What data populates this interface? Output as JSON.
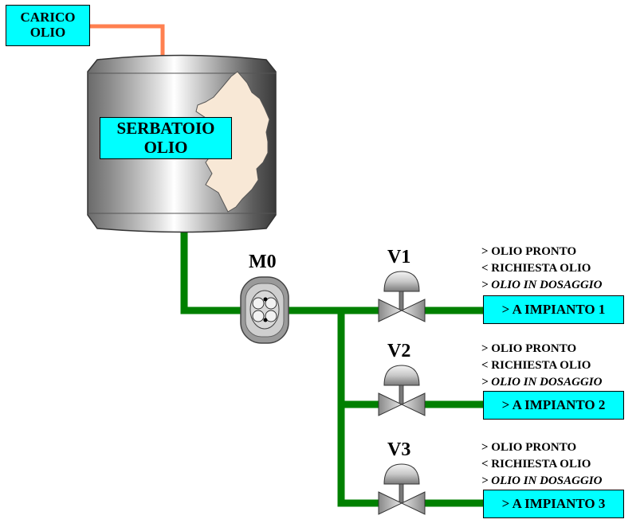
{
  "load_button": {
    "line1": "CARICO",
    "line2": "OLIO"
  },
  "tank": {
    "line1": "SERBATOIO",
    "line2": "OLIO"
  },
  "pump": {
    "label": "M0"
  },
  "valves": [
    {
      "label": "V1",
      "destination": "> A IMPIANTO 1",
      "status": [
        "> OLIO PRONTO",
        "< RICHIESTA OLIO",
        "> OLIO IN DOSAGGIO"
      ]
    },
    {
      "label": "V2",
      "destination": "> A IMPIANTO 2",
      "status": [
        "> OLIO PRONTO",
        "< RICHIESTA OLIO",
        "> OLIO IN DOSAGGIO"
      ]
    },
    {
      "label": "V3",
      "destination": "> A IMPIANTO 3",
      "status": [
        "> OLIO PRONTO",
        "< RICHIESTA OLIO",
        "> OLIO IN DOSAGGIO"
      ]
    }
  ],
  "colors": {
    "pipe": "#008000",
    "fill_pipe": "#ff8050",
    "label_bg": "#00ffff"
  }
}
